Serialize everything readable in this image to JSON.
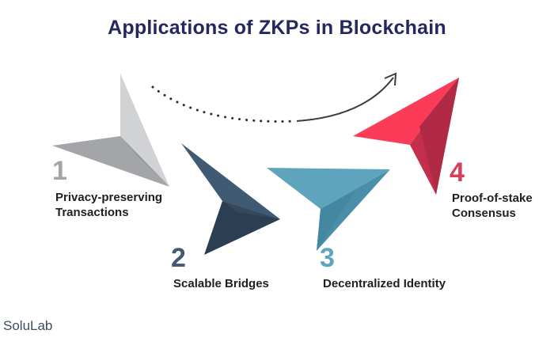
{
  "title": "Applications of ZKPs in Blockchain",
  "brand": "SoluLab",
  "colors": {
    "title": "#24285e",
    "step1": "#a4a5a8",
    "step2": "#3f5a72",
    "step3": "#5fa4bd",
    "step4": "#d4405a"
  },
  "steps": [
    {
      "number": "1",
      "lines": [
        "Privacy-preserving",
        "Transactions"
      ]
    },
    {
      "number": "2",
      "lines": [
        "Scalable Bridges"
      ]
    },
    {
      "number": "3",
      "lines": [
        "Decentralized Identity"
      ]
    },
    {
      "number": "4",
      "lines": [
        "Proof-of-stake",
        "Consensus"
      ]
    }
  ]
}
